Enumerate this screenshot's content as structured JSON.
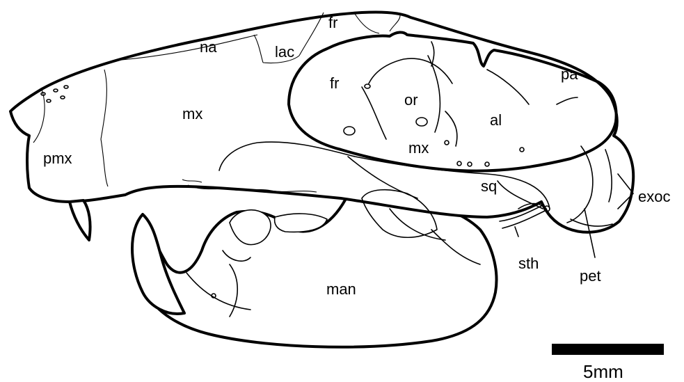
{
  "figure": {
    "labels": {
      "fr_top": "fr",
      "na": "na",
      "lac": "lac",
      "fr_orbit": "fr",
      "pa": "pa",
      "mx_face": "mx",
      "or": "or",
      "al": "al",
      "mx_orbit": "mx",
      "pmx": "pmx",
      "sq": "sq",
      "exoc": "exoc",
      "sth": "sth",
      "pet": "pet",
      "man": "man"
    },
    "scale_bar": {
      "label": "5mm"
    }
  }
}
